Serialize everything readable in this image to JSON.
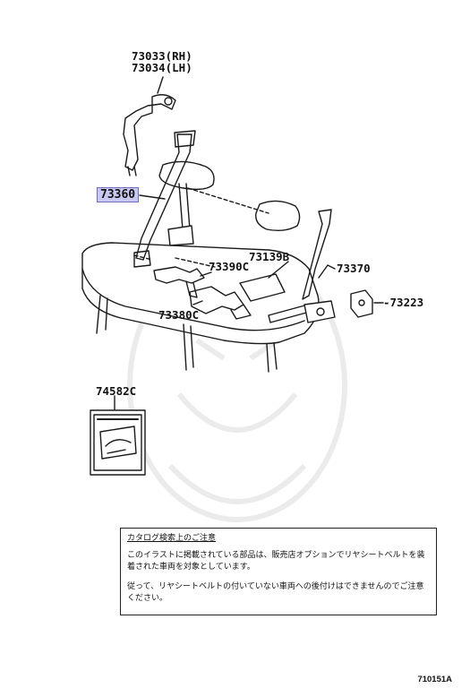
{
  "labels": {
    "p73033": "73033(RH)",
    "p73034": "73034(LH)",
    "p73360": "73360",
    "p73139b": "73139B",
    "p73390c": "73390C",
    "p73370": "73370",
    "p73223": "-73223",
    "p73380c": "73380C",
    "p74582c": "74582C"
  },
  "notice": {
    "title": "カタログ検索上のご注意",
    "paragraph1": "このイラストに掲載されている部品は、販売店オプションでリヤシートベルトを装着された車両を対象としています。",
    "paragraph2": "従って、リヤシートベルトの付いていない車両への後付けはできませんのでご注意ください。"
  },
  "figure_ref": "710151A",
  "colors": {
    "line": "#1a1a1a",
    "highlight_bg": "#c8c8f0",
    "watermark": "#ececec"
  }
}
